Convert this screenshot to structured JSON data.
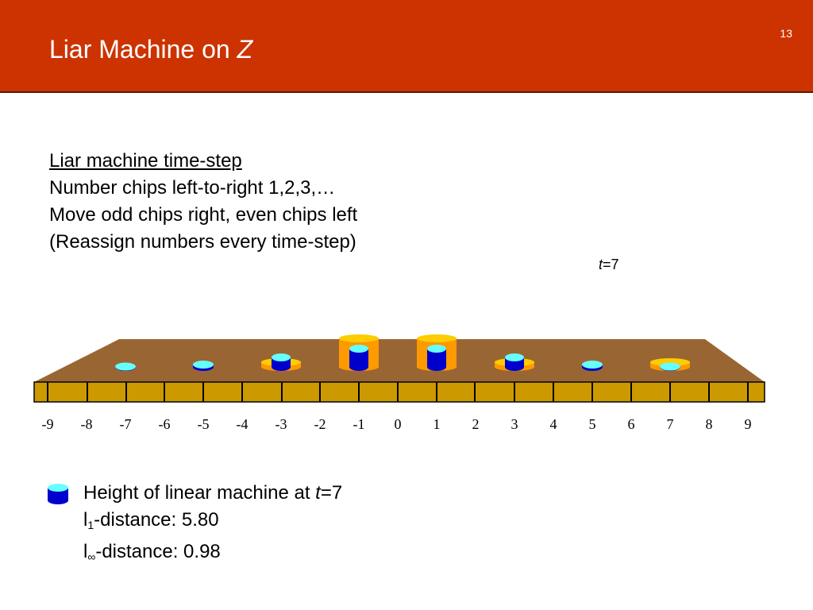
{
  "header": {
    "title": "Liar Machine on ",
    "title_var": "Z",
    "slide_number": "13"
  },
  "bullets": {
    "heading": "Liar machine time-step",
    "lines": [
      "Number chips left-to-right 1,2,3,…",
      "Move odd chips right, even chips left",
      "(Reassign numbers every time-step)"
    ]
  },
  "time_label": {
    "var": "t",
    "rest": "=7"
  },
  "axis": {
    "positions": [
      -9,
      -8,
      -7,
      -6,
      -5,
      -4,
      -3,
      -2,
      -1,
      0,
      1,
      2,
      3,
      4,
      5,
      6,
      7,
      8,
      9
    ]
  },
  "chips": [
    {
      "position": -7,
      "gold": 0,
      "linear": 0.05
    },
    {
      "position": -5,
      "gold": 0,
      "linear": 0.3
    },
    {
      "position": -3,
      "gold": 1,
      "linear": 1.2
    },
    {
      "position": -1,
      "gold": 6,
      "linear": 2.3
    },
    {
      "position": 1,
      "gold": 6,
      "linear": 2.3
    },
    {
      "position": 3,
      "gold": 1,
      "linear": 1.2
    },
    {
      "position": 5,
      "gold": 0,
      "linear": 0.3
    },
    {
      "position": 7,
      "gold": 1,
      "linear": 0.05
    }
  ],
  "colors": {
    "header": "#cc3300",
    "board_top": "#996633",
    "board_strip": "#cc9900",
    "chip_gold": "#ffcc00",
    "chip_gold_side": "#ff9900",
    "linear_top": "#66ffff",
    "linear_side": "#0000cc"
  },
  "legend": {
    "line1_prefix": "Height of linear machine at ",
    "line1_var": "t",
    "line1_suffix": "=7",
    "line2_prefix": "l",
    "line2_sub": "1",
    "line2_suffix": "-distance: 5.80",
    "line3_prefix": "l",
    "line3_sub": "∞",
    "line3_suffix": "-distance: 0.98"
  }
}
